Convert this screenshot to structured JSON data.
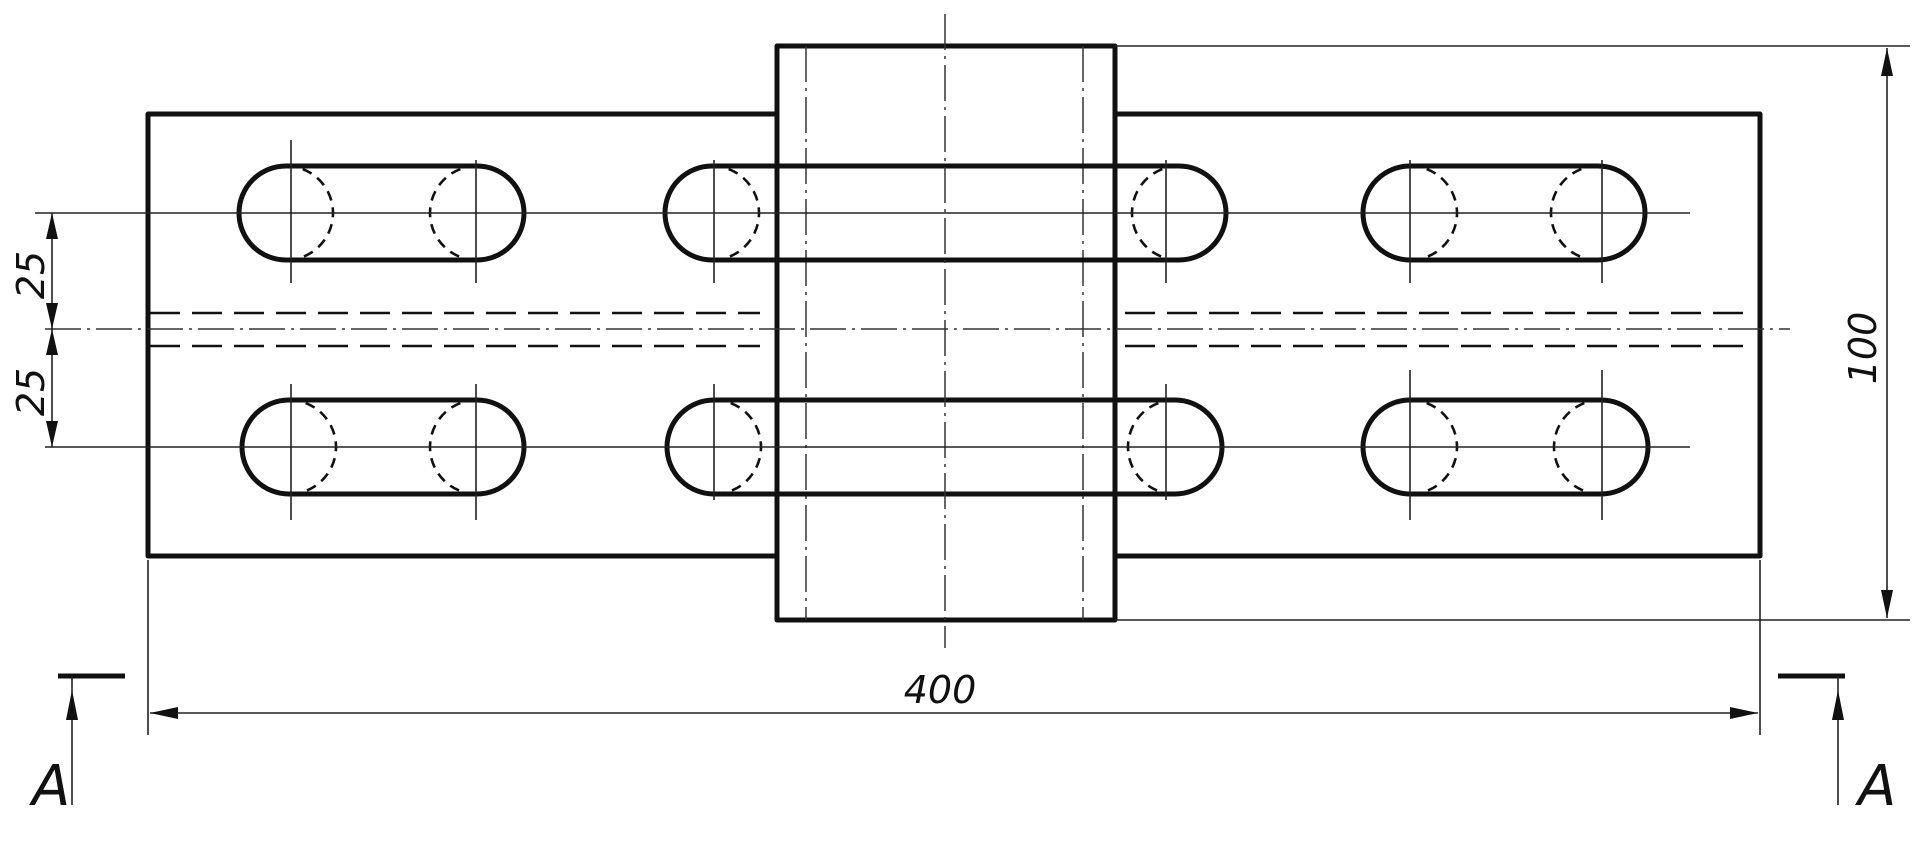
{
  "drawing": {
    "dimensions": {
      "overall_length": "400",
      "overall_height": "100",
      "upper_offset": "25",
      "lower_offset": "25"
    },
    "section_labels": {
      "left": "A",
      "right": "A"
    },
    "colors": {
      "line": "#111111",
      "background": "#ffffff"
    }
  }
}
